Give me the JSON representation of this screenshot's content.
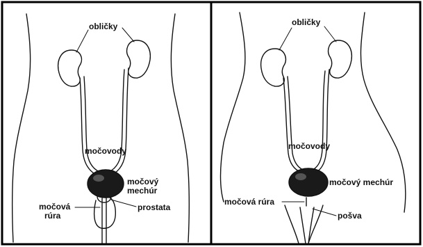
{
  "colors": {
    "line": "#111111",
    "background": "#ffffff",
    "bladder": "#1a1a1a"
  },
  "figures": {
    "male": {
      "kidneys_label": "obličky",
      "ureters_label": "močovody",
      "bladder_label_line1": "močový",
      "bladder_label_line2": "mechúr",
      "urethra_label_line1": "močová",
      "urethra_label_line2": "rúra",
      "prostate_label": "prostata"
    },
    "female": {
      "kidneys_label": "obličky",
      "ureters_label": "močovody",
      "bladder_label": "močový mechúr",
      "urethra_label": "močová rúra",
      "vagina_label": "pošva"
    }
  }
}
